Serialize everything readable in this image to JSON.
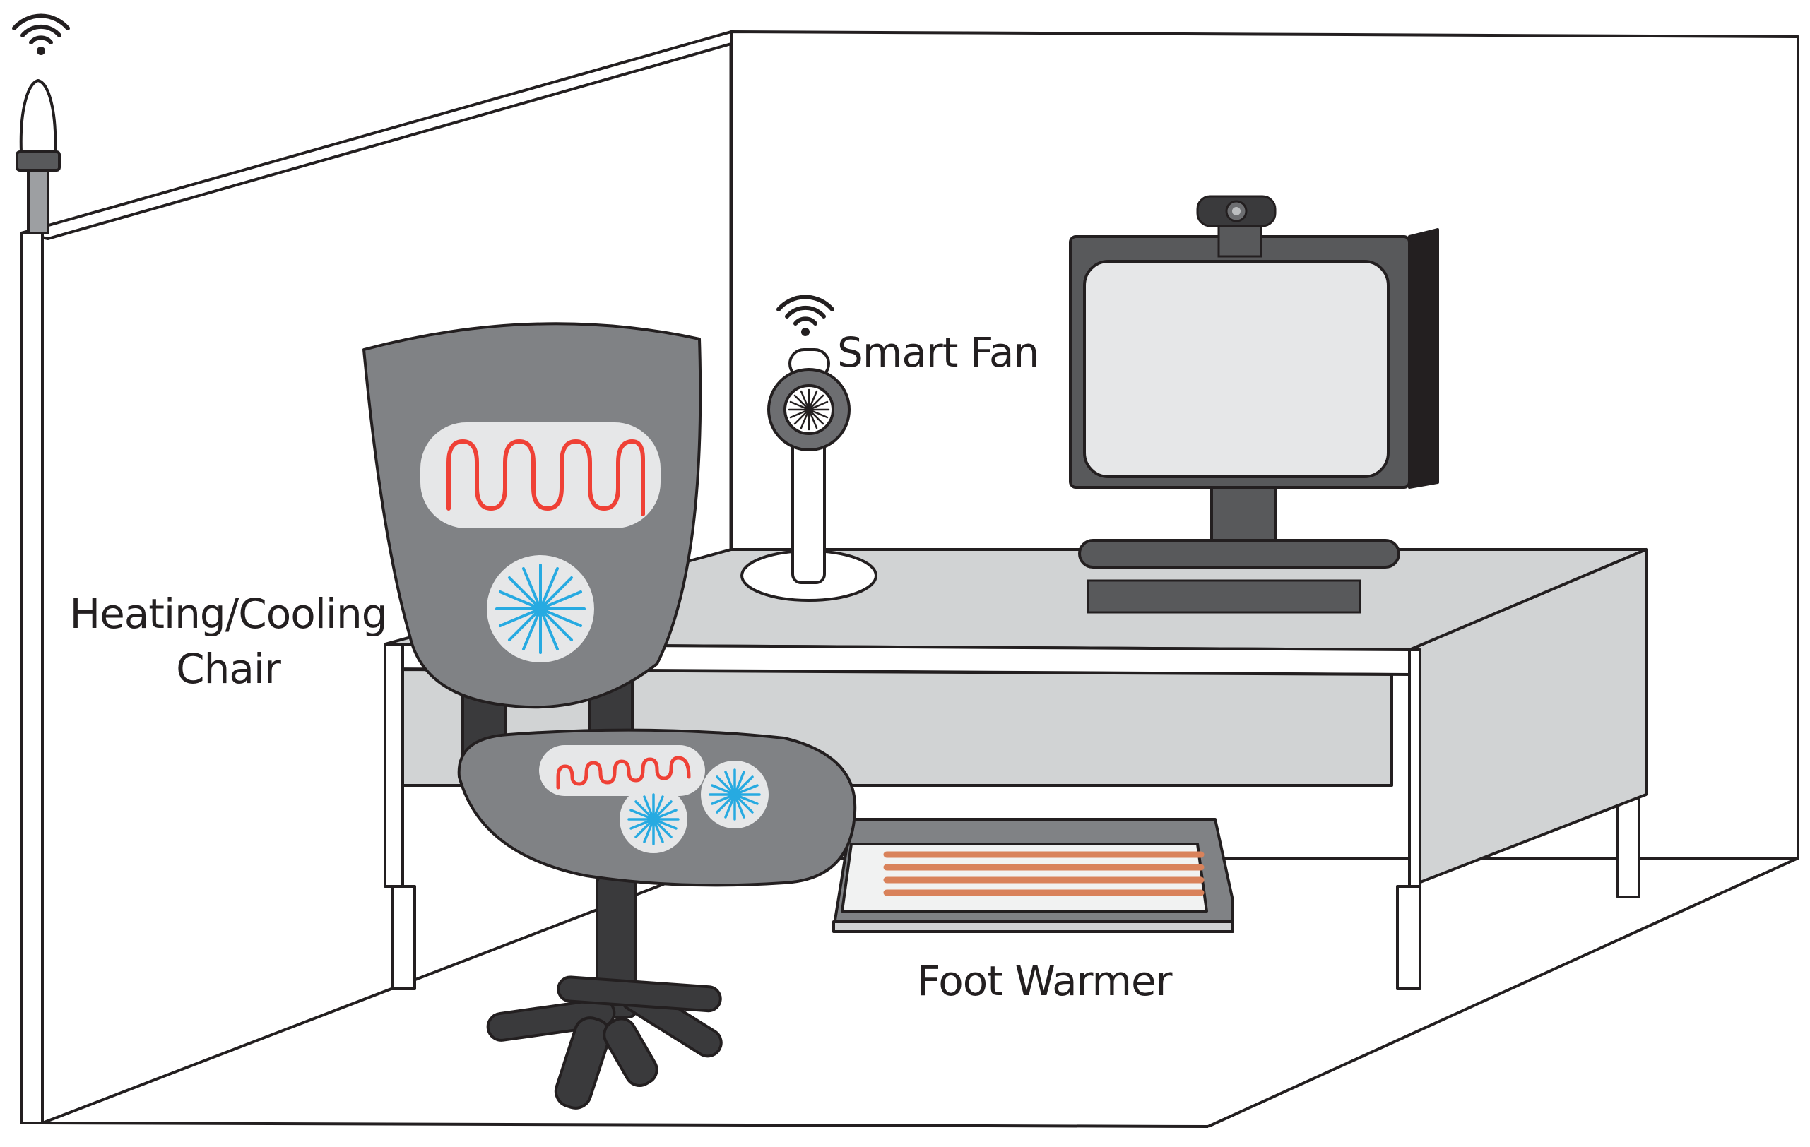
{
  "labels": {
    "smart_fan": "Smart Fan",
    "chair_line1": "Heating/Cooling",
    "chair_line2": "Chair",
    "foot_warmer": "Foot Warmer"
  },
  "colors": {
    "outline": "#231f20",
    "chair_gray": "#808285",
    "dark_gray": "#58595b",
    "panel_light": "#e6e7e8",
    "desk_top": "#d1d3d4",
    "heat_red": "#ef4136",
    "heater_orange": "#d9825b",
    "cool_blue": "#27aae1"
  },
  "icons": [
    "wifi-signal-icon",
    "sensor-beacon-icon",
    "webcam-icon",
    "heat-coil-icon",
    "snowflake-icon"
  ]
}
